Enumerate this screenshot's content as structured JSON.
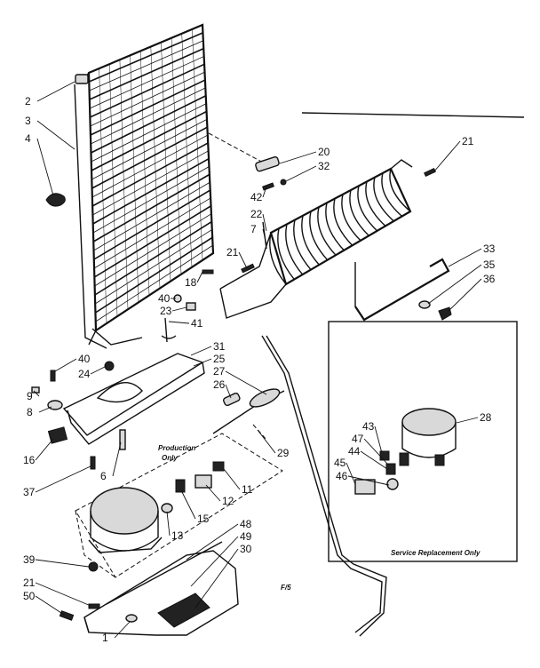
{
  "callouts": [
    {
      "id": "c2",
      "text": "2"
    },
    {
      "id": "c3",
      "text": "3"
    },
    {
      "id": "c4",
      "text": "4"
    },
    {
      "id": "c20",
      "text": "20"
    },
    {
      "id": "c32",
      "text": "32"
    },
    {
      "id": "c21a",
      "text": "21"
    },
    {
      "id": "c42",
      "text": "42"
    },
    {
      "id": "c22",
      "text": "22"
    },
    {
      "id": "c7",
      "text": "7"
    },
    {
      "id": "c21b",
      "text": "21"
    },
    {
      "id": "c18",
      "text": "18"
    },
    {
      "id": "c40a",
      "text": "40"
    },
    {
      "id": "c23",
      "text": "23"
    },
    {
      "id": "c41",
      "text": "41"
    },
    {
      "id": "c33",
      "text": "33"
    },
    {
      "id": "c35",
      "text": "35"
    },
    {
      "id": "c36",
      "text": "36"
    },
    {
      "id": "c31",
      "text": "31"
    },
    {
      "id": "c25",
      "text": "25"
    },
    {
      "id": "c27",
      "text": "27"
    },
    {
      "id": "c26",
      "text": "26"
    },
    {
      "id": "c40b",
      "text": "40"
    },
    {
      "id": "c24",
      "text": "24"
    },
    {
      "id": "c9",
      "text": "9"
    },
    {
      "id": "c8",
      "text": "8"
    },
    {
      "id": "c16",
      "text": "16"
    },
    {
      "id": "c6",
      "text": "6"
    },
    {
      "id": "c37",
      "text": "37"
    },
    {
      "id": "c29",
      "text": "29"
    },
    {
      "id": "c11",
      "text": "11"
    },
    {
      "id": "c12",
      "text": "12"
    },
    {
      "id": "c15",
      "text": "15"
    },
    {
      "id": "c13",
      "text": "13"
    },
    {
      "id": "c28",
      "text": "28"
    },
    {
      "id": "c43",
      "text": "43"
    },
    {
      "id": "c47",
      "text": "47"
    },
    {
      "id": "c44",
      "text": "44"
    },
    {
      "id": "c45",
      "text": "45"
    },
    {
      "id": "c46",
      "text": "46"
    },
    {
      "id": "c48",
      "text": "48"
    },
    {
      "id": "c49",
      "text": "49"
    },
    {
      "id": "c30",
      "text": "30"
    },
    {
      "id": "c39",
      "text": "39"
    },
    {
      "id": "c21c",
      "text": "21"
    },
    {
      "id": "c50",
      "text": "50"
    },
    {
      "id": "c1",
      "text": "1"
    }
  ],
  "notes": {
    "production_only": "Production Only",
    "production_line1": "Production",
    "production_line2": "Only",
    "service_replacement": "Service Replacement Only",
    "page_mark": "F/5"
  }
}
